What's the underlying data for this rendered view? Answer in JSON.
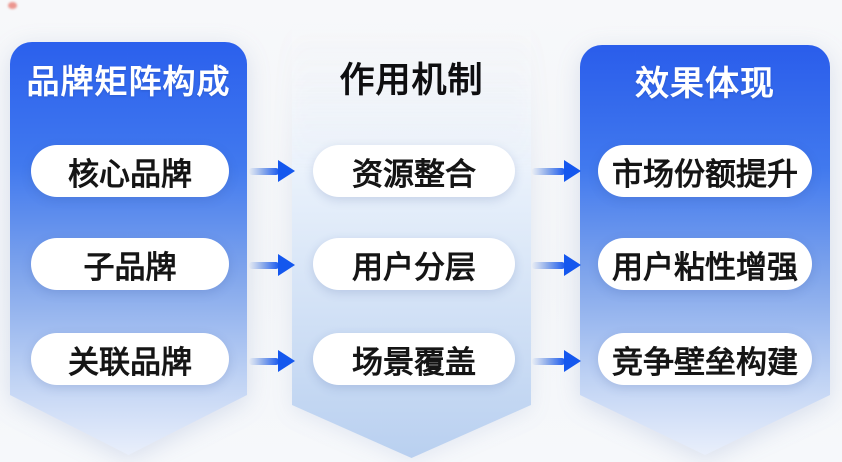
{
  "diagram": {
    "columns": [
      {
        "id": "brand-matrix-composition",
        "title": "品牌矩阵构成",
        "items": [
          "核心品牌",
          "子品牌",
          "关联品牌"
        ]
      },
      {
        "id": "mechanism",
        "title": "作用机制",
        "items": [
          "资源整合",
          "用户分层",
          "场景覆盖"
        ]
      },
      {
        "id": "effects",
        "title": "效果体现",
        "items": [
          "市场份额提升",
          "用户粘性增强",
          "竞争壁垒构建"
        ]
      }
    ],
    "flow": [
      {
        "from": "核心品牌",
        "via": "资源整合",
        "to": "市场份额提升"
      },
      {
        "from": "子品牌",
        "via": "用户分层",
        "to": "用户粘性增强"
      },
      {
        "from": "关联品牌",
        "via": "场景覆盖",
        "to": "竞争壁垒构建"
      }
    ],
    "colors": {
      "panel_blue_top": "#2b60ed",
      "panel_blue_bottom": "#e9effb",
      "middle_panel_bottom": "#b9d0f0",
      "arrow_blue": "#1457ee",
      "pill_background": "#ffffff",
      "pill_text": "#151515",
      "title_light": "#ffffff",
      "title_dark": "#0e0e10",
      "page_background": "#f4f6f9"
    }
  }
}
